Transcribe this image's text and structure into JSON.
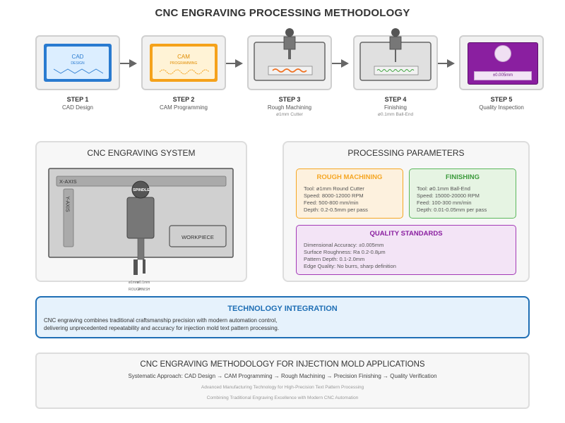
{
  "title": "CNC ENGRAVING PROCESSING METHODOLOGY",
  "steps": [
    {
      "title": "STEP 1",
      "sub": "CAD Design",
      "sub2": "",
      "inner_line1": "CAD",
      "inner_line2": "DESIGN"
    },
    {
      "title": "STEP 2",
      "sub": "CAM Programming",
      "sub2": "",
      "inner_line1": "CAM",
      "inner_line2": "PROGRAMMING"
    },
    {
      "title": "STEP 3",
      "sub": "Rough Machining",
      "sub2": "ø1mm Cutter"
    },
    {
      "title": "STEP 4",
      "sub": "Finishing",
      "sub2": "ø0.1mm Ball-End"
    },
    {
      "title": "STEP 5",
      "sub": "Quality Inspection",
      "sub2": "",
      "inner_label": "±0.005mm"
    }
  ],
  "system": {
    "title": "CNC ENGRAVING SYSTEM",
    "x_axis": "X-AXIS",
    "y_axis": "Y-AXIS",
    "spindle": "SPINDLE",
    "workpiece": "WORKPIECE",
    "tool_size_1": "ø1mm",
    "tool_size_2": "ø0.1mm",
    "tool_type_1": "ROUGH",
    "tool_type_2": "FINISH"
  },
  "params": {
    "title": "PROCESSING PARAMETERS",
    "rough": {
      "title": "ROUGH MACHINING",
      "lines": [
        "Tool: ø1mm Round Cutter",
        "Speed: 8000-12000 RPM",
        "Feed: 500-800 mm/min",
        "Depth: 0.2-0.5mm per pass"
      ]
    },
    "finish": {
      "title": "FINISHING",
      "lines": [
        "Tool: ø0.1mm Ball-End",
        "Speed: 15000-20000 RPM",
        "Feed: 100-300 mm/min",
        "Depth: 0.01-0.05mm per pass"
      ]
    },
    "quality": {
      "title": "QUALITY STANDARDS",
      "lines": [
        "Dimensional Accuracy: ±0.005mm",
        "Surface Roughness: Ra 0.2-0.8μm",
        "Pattern Depth: 0.1-2.0mm",
        "Edge Quality: No burrs, sharp definition"
      ]
    }
  },
  "tech": {
    "title": "TECHNOLOGY INTEGRATION",
    "line1": "CNC engraving combines traditional craftsmanship precision with modern automation control,",
    "line2": "delivering unprecedented repeatability and accuracy for injection mold text pattern processing."
  },
  "footer": {
    "title": "CNC ENGRAVING METHODOLOGY FOR INJECTION MOLD APPLICATIONS",
    "approach": "Systematic Approach: CAD Design → CAM Programming → Rough Machining → Precision Finishing → Quality Verification",
    "line1": "Advanced Manufacturing Technology for High-Precision Text Pattern Processing",
    "line2": "Combining Traditional Engraving Excellence with Modern CNC Automation"
  },
  "colors": {
    "cad_blue": "#2a7bd0",
    "cam_orange": "#f5a21b",
    "quality_purple": "#8a1fa0",
    "rough_orange": "#f5a623",
    "finish_green": "#5cb85c",
    "tech_blue": "#1f6fb5"
  }
}
